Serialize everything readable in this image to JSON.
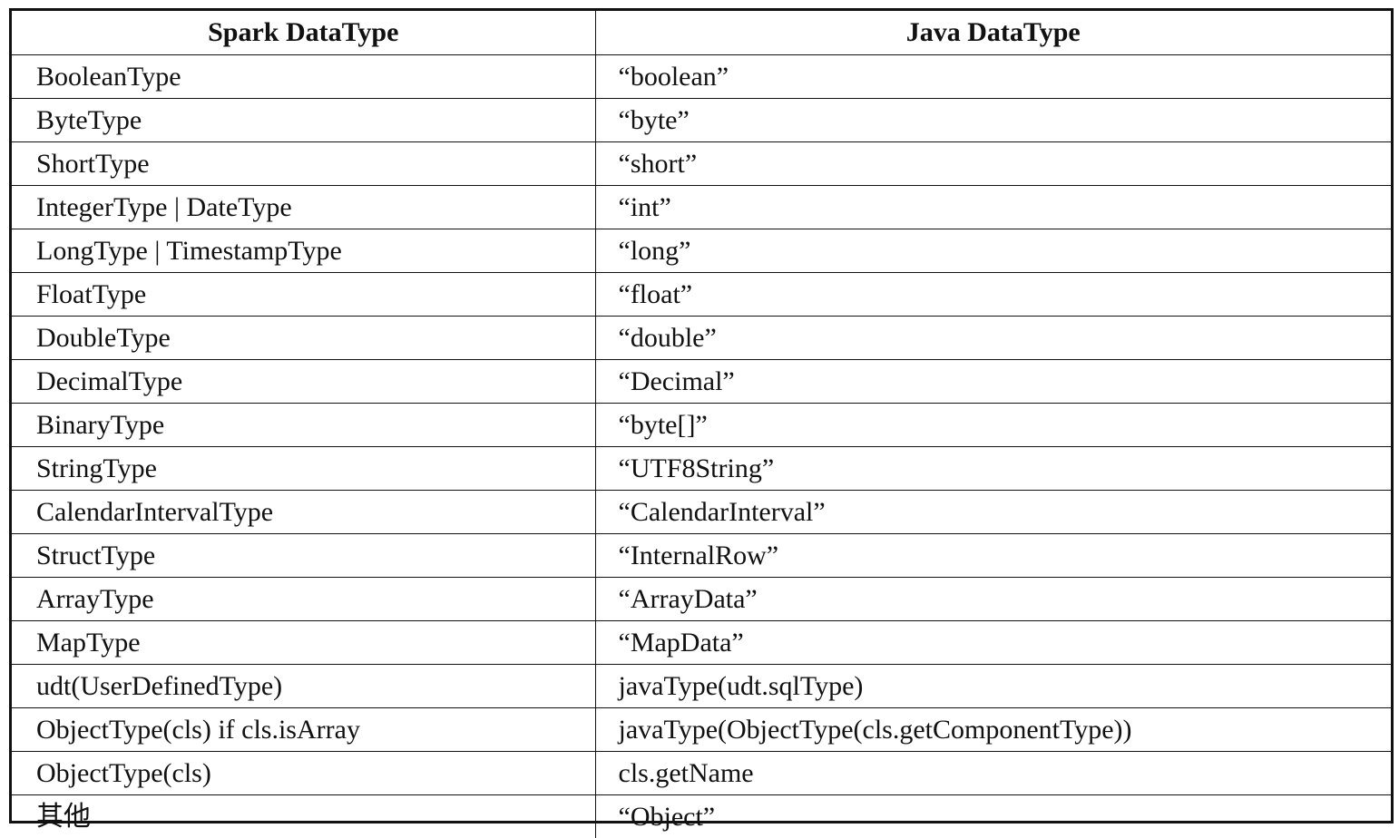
{
  "table": {
    "headers": {
      "spark": "Spark DataType",
      "java": "Java DataType"
    },
    "rows": [
      {
        "spark": "BooleanType",
        "java": "“boolean”"
      },
      {
        "spark": "ByteType",
        "java": "“byte”"
      },
      {
        "spark": "ShortType",
        "java": "“short”"
      },
      {
        "spark": "IntegerType | DateType",
        "java": "“int”"
      },
      {
        "spark": "LongType | TimestampType",
        "java": "“long”"
      },
      {
        "spark": "FloatType",
        "java": "“float”"
      },
      {
        "spark": "DoubleType",
        "java": "“double”"
      },
      {
        "spark": "DecimalType",
        "java": "“Decimal”"
      },
      {
        "spark": "BinaryType",
        "java": "“byte[]”"
      },
      {
        "spark": "StringType",
        "java": "“UTF8String”"
      },
      {
        "spark": "CalendarIntervalType",
        "java": "“CalendarInterval”"
      },
      {
        "spark": "StructType",
        "java": "“InternalRow”"
      },
      {
        "spark": "ArrayType",
        "java": "“ArrayData”"
      },
      {
        "spark": "MapType",
        "java": "“MapData”"
      },
      {
        "spark": "udt(UserDefinedType)",
        "java": "javaType(udt.sqlType)"
      },
      {
        "spark": "ObjectType(cls) if cls.isArray",
        "java": "javaType(ObjectType(cls.getComponentType))"
      },
      {
        "spark": "ObjectType(cls)",
        "java": "cls.getName"
      },
      {
        "spark": "其他",
        "java": "“Object”"
      }
    ]
  }
}
